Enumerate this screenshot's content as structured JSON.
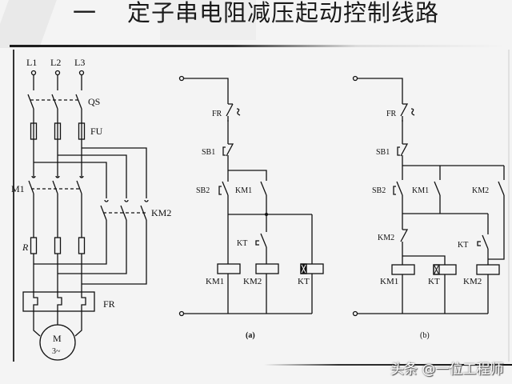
{
  "title": {
    "number": "一",
    "text": "定子串电阻减压起动控制线路"
  },
  "main_circuit": {
    "phases": [
      "L1",
      "L2",
      "L3"
    ],
    "switch": "QS",
    "fuse": "FU",
    "main_contactor": "M1",
    "bypass_contactor": "KM2",
    "resistor": "R",
    "overload_relay": "FR",
    "motor": {
      "symbol": "M",
      "type": "3~"
    }
  },
  "control_a": {
    "caption": "(a)",
    "fr": "FR",
    "stop_button": "SB1",
    "start_button": "SB2",
    "hold_contact": "KM1",
    "timer_contact": "KT",
    "coils": [
      "KM1",
      "KM2",
      "KT"
    ]
  },
  "control_b": {
    "caption": "(b)",
    "fr": "FR",
    "stop_button": "SB1",
    "start_button": "SB2",
    "hold_contacts": [
      "KM1",
      "KM2"
    ],
    "interlock_contact": "KM2",
    "timer_contact": "KT",
    "coils": [
      "KM1",
      "KT",
      "KM2"
    ]
  },
  "watermark": "头条 @一位工程师"
}
